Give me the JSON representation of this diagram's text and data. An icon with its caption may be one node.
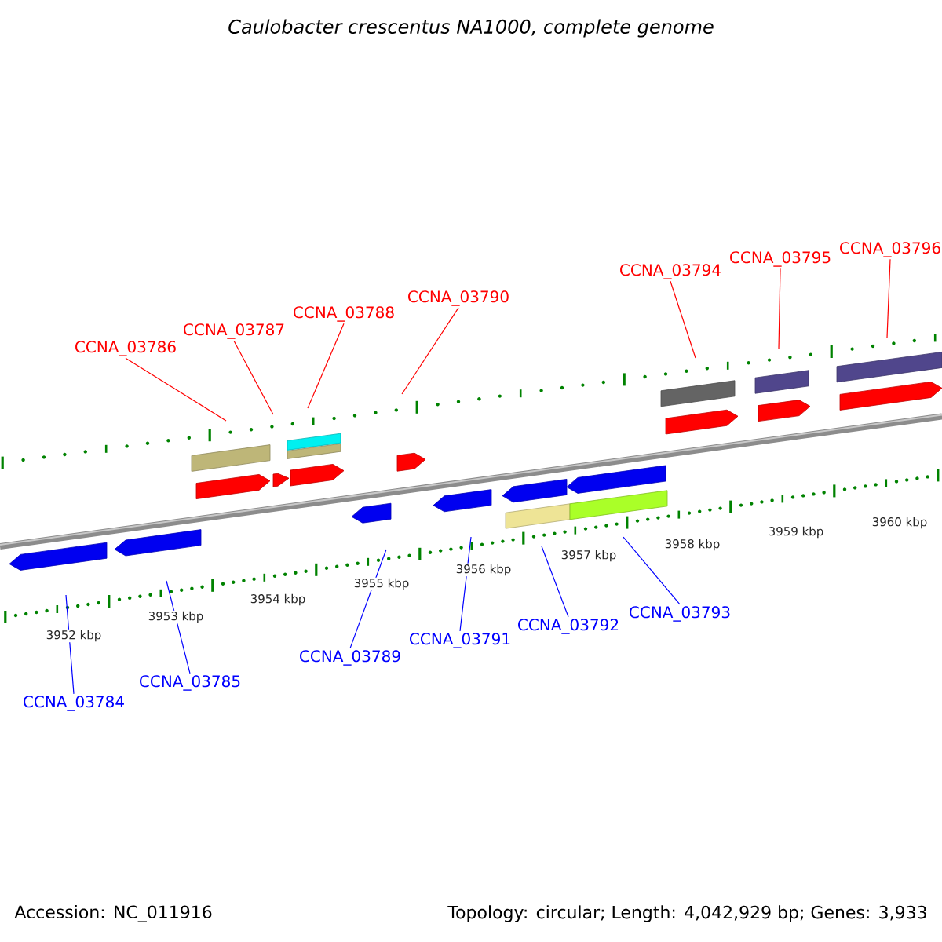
{
  "diagram": {
    "title": "Caulobacter crescentus NA1000, complete genome",
    "nodes": [
      {
        "text": [
          "CCNA_03786"
        ]
      },
      {
        "text": [
          "CCNA_03787"
        ]
      },
      {
        "text": [
          "CCNA_03788"
        ]
      },
      {
        "text": [
          "CCNA_03790"
        ]
      },
      {
        "text": [
          "CCNA_03794"
        ]
      },
      {
        "text": [
          "CCNA_03795"
        ]
      },
      {
        "text": [
          "CCNA_03796"
        ]
      },
      {
        "text": [
          "CCNA_03784"
        ]
      },
      {
        "text": [
          "CCNA_03785"
        ]
      },
      {
        "text": [
          "CCNA_03789"
        ]
      },
      {
        "text": [
          "CCNA_03791"
        ]
      },
      {
        "text": [
          "CCNA_03792"
        ]
      },
      {
        "text": [
          "CCNA_03793"
        ]
      }
    ],
    "edges": [
      {
        "from": 0,
        "to": null,
        "arrow": "none"
      },
      {
        "from": 1,
        "to": null,
        "arrow": "none"
      },
      {
        "from": 2,
        "to": null,
        "arrow": "none"
      },
      {
        "from": 3,
        "to": null,
        "arrow": "none"
      },
      {
        "from": 4,
        "to": null,
        "arrow": "none"
      },
      {
        "from": 5,
        "to": null,
        "arrow": "none"
      },
      {
        "from": 6,
        "to": null,
        "arrow": "none"
      },
      {
        "from": 7,
        "to": null,
        "arrow": "none",
        "color": "#0000ff"
      },
      {
        "from": 8,
        "to": null,
        "arrow": "none",
        "color": "#0000ff"
      },
      {
        "from": 9,
        "to": null,
        "arrow": "none",
        "color": "#0000ff"
      },
      {
        "from": 10,
        "to": null,
        "arrow": "none",
        "color": "#0000ff"
      },
      {
        "from": 11,
        "to": null,
        "arrow": "none",
        "color": "#0000ff"
      },
      {
        "from": 12,
        "to": null,
        "arrow": "none",
        "color": "#0000ff"
      }
    ],
    "labels": [
      "3952 kbp",
      "3953 kbp",
      "3954 kbp",
      "3955 kbp",
      "3956 kbp",
      "3957 kbp",
      "3958 kbp",
      "3959 kbp",
      "3960 kbp",
      "Accession: NC_011916",
      "Topology: circular; Length: 4,042,929 bp; Genes: 3,933"
    ]
  }
}
